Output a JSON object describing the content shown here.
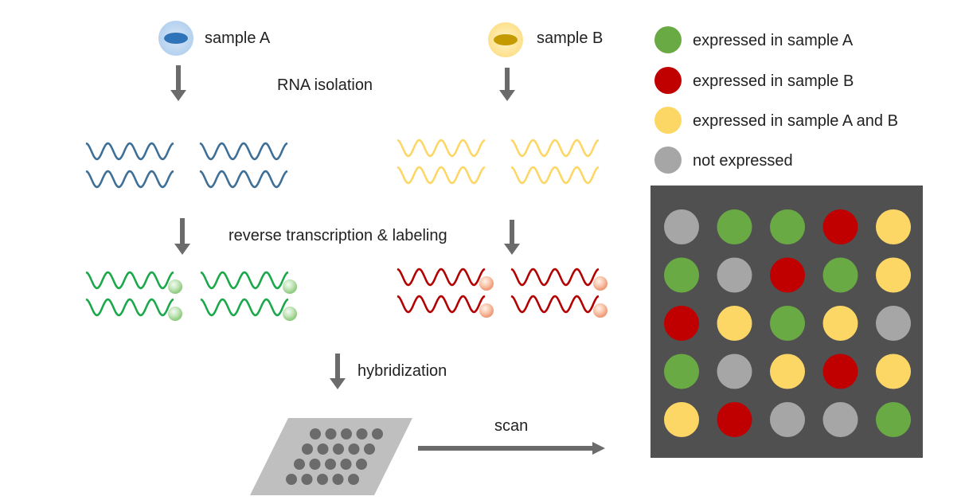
{
  "samples": {
    "a": {
      "label": "sample A",
      "icon": "cell-icon-blue"
    },
    "b": {
      "label": "sample B",
      "icon": "cell-icon-gold"
    }
  },
  "steps": {
    "rna_isolation": "RNA isolation",
    "reverse_transcription": "reverse transcription & labeling",
    "hybridization": "hybridization",
    "scan": "scan"
  },
  "legend": [
    {
      "key": "A",
      "label": "expressed in sample A",
      "color": "#6aaa45"
    },
    {
      "key": "B",
      "label": "expressed in sample B",
      "color": "#c00000"
    },
    {
      "key": "AB",
      "label": "expressed in sample A and B",
      "color": "#fdd766"
    },
    {
      "key": "N",
      "label": "not expressed",
      "color": "#a6a6a6"
    }
  ],
  "colors": {
    "rna_a": "#3e6f97",
    "rna_b": "#fdd766",
    "label_a": "#1aa84a",
    "label_b": "#b30000",
    "arrow": "#6b6b6b",
    "chip": "#bfbfbf",
    "chip_spot": "#6b6b6b",
    "array_bg": "#505050"
  },
  "array_grid": [
    [
      "N",
      "A",
      "A",
      "B",
      "AB"
    ],
    [
      "A",
      "N",
      "B",
      "A",
      "AB"
    ],
    [
      "B",
      "AB",
      "A",
      "AB",
      "N"
    ],
    [
      "A",
      "N",
      "AB",
      "B",
      "AB"
    ],
    [
      "AB",
      "B",
      "N",
      "N",
      "A"
    ]
  ]
}
